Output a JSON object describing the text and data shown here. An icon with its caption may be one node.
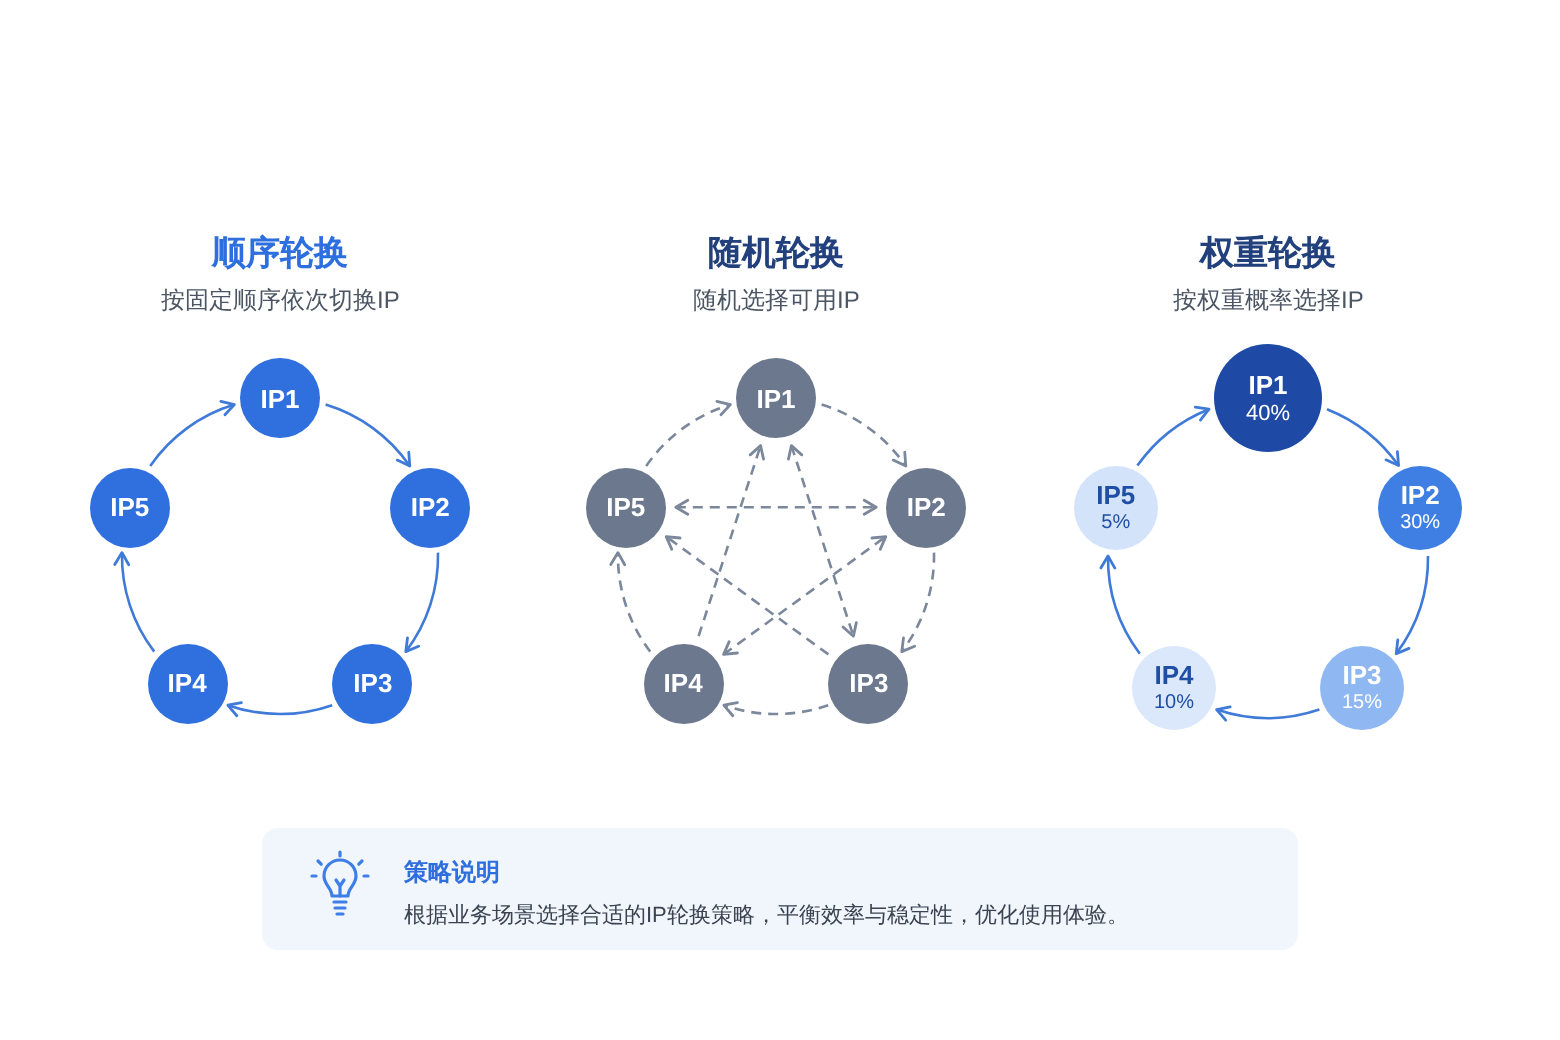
{
  "diagram": {
    "nodes": [
      {
        "text": [
          "IP1"
        ]
      },
      {
        "text": [
          "IP2"
        ]
      },
      {
        "text": [
          "IP3"
        ]
      },
      {
        "text": [
          "IP4"
        ]
      },
      {
        "text": [
          "IP5"
        ]
      },
      {
        "text": [
          "IP1"
        ]
      },
      {
        "text": [
          "IP2"
        ]
      },
      {
        "text": [
          "IP3"
        ]
      },
      {
        "text": [
          "IP4"
        ]
      },
      {
        "text": [
          "IP5"
        ]
      },
      {
        "text": [
          "IP1",
          "40%"
        ]
      },
      {
        "text": [
          "IP2",
          "30%"
        ]
      },
      {
        "text": [
          "IP3",
          "15%"
        ]
      },
      {
        "text": [
          "IP4",
          "10%"
        ]
      },
      {
        "text": [
          "IP5",
          "5%"
        ]
      },
      {
        "text": [
          "策略说明",
          "根据业务场景选择合适的IP轮换策略，平衡效率与稳定性，优化使用体验。"
        ]
      }
    ],
    "edges": [
      {
        "from": 0,
        "to": 1,
        "arrow": "to"
      },
      {
        "from": 1,
        "to": 2,
        "arrow": "to"
      },
      {
        "from": 2,
        "to": 3,
        "arrow": "to"
      },
      {
        "from": 3,
        "to": 4,
        "arrow": "to"
      },
      {
        "from": 4,
        "to": 0,
        "arrow": "to"
      },
      {
        "from": 5,
        "to": 6,
        "arrow": "to",
        "style": "dashed",
        "color": "#7b879a"
      },
      {
        "from": 6,
        "to": 7,
        "arrow": "to",
        "style": "dashed",
        "color": "#7b879a"
      },
      {
        "from": 7,
        "to": 8,
        "arrow": "to",
        "style": "dashed",
        "color": "#7b879a"
      },
      {
        "from": 8,
        "to": 9,
        "arrow": "to",
        "style": "dashed",
        "color": "#7b879a"
      },
      {
        "from": 9,
        "to": 5,
        "arrow": "to",
        "style": "dashed",
        "color": "#7b879a"
      },
      {
        "from": 8,
        "to": 5,
        "arrow": "to",
        "style": "dashed",
        "color": "#7b879a"
      },
      {
        "from": 5,
        "to": 7,
        "arrow": "both",
        "style": "dashed",
        "color": "#7b879a"
      },
      {
        "from": 9,
        "to": 6,
        "arrow": "both",
        "style": "dashed",
        "color": "#7b879a"
      },
      {
        "from": 7,
        "to": 9,
        "arrow": "to",
        "style": "dashed",
        "color": "#7b879a"
      },
      {
        "from": 8,
        "to": 6,
        "arrow": "both",
        "style": "dashed",
        "color": "#7b879a"
      },
      {
        "from": 10,
        "to": 11,
        "arrow": "to"
      },
      {
        "from": 11,
        "to": 12,
        "arrow": "to"
      },
      {
        "from": 12,
        "to": 13,
        "arrow": "to"
      },
      {
        "from": 13,
        "to": 14,
        "arrow": "to"
      },
      {
        "from": 14,
        "to": 10,
        "arrow": "to"
      }
    ],
    "labels": [
      "顺序轮换",
      "按固定顺序依次切换IP",
      "随机轮换",
      "随机选择可用IP",
      "权重轮换",
      "按权重概率选择IP"
    ]
  }
}
